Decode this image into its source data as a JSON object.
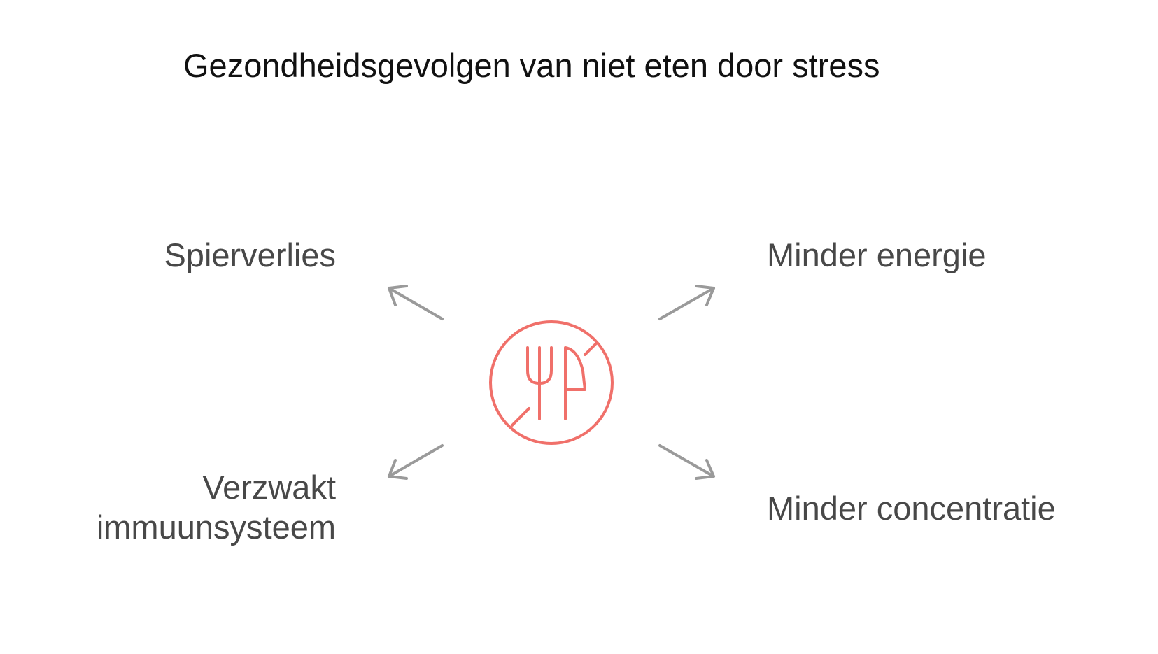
{
  "title": "Gezondheidsgevolgen van niet eten door stress",
  "center": {
    "icon": "no-food-icon",
    "color": "#f0706a"
  },
  "arrow_color": "#9a9a9a",
  "text_color": "#484848",
  "consequences": {
    "top_left": {
      "lines": [
        "Spierverlies"
      ]
    },
    "top_right": {
      "lines": [
        "Minder energie"
      ]
    },
    "bottom_left": {
      "lines": [
        "Verzwakt",
        "immuunsysteem"
      ]
    },
    "bottom_right": {
      "lines": [
        "Minder concentratie"
      ]
    }
  }
}
